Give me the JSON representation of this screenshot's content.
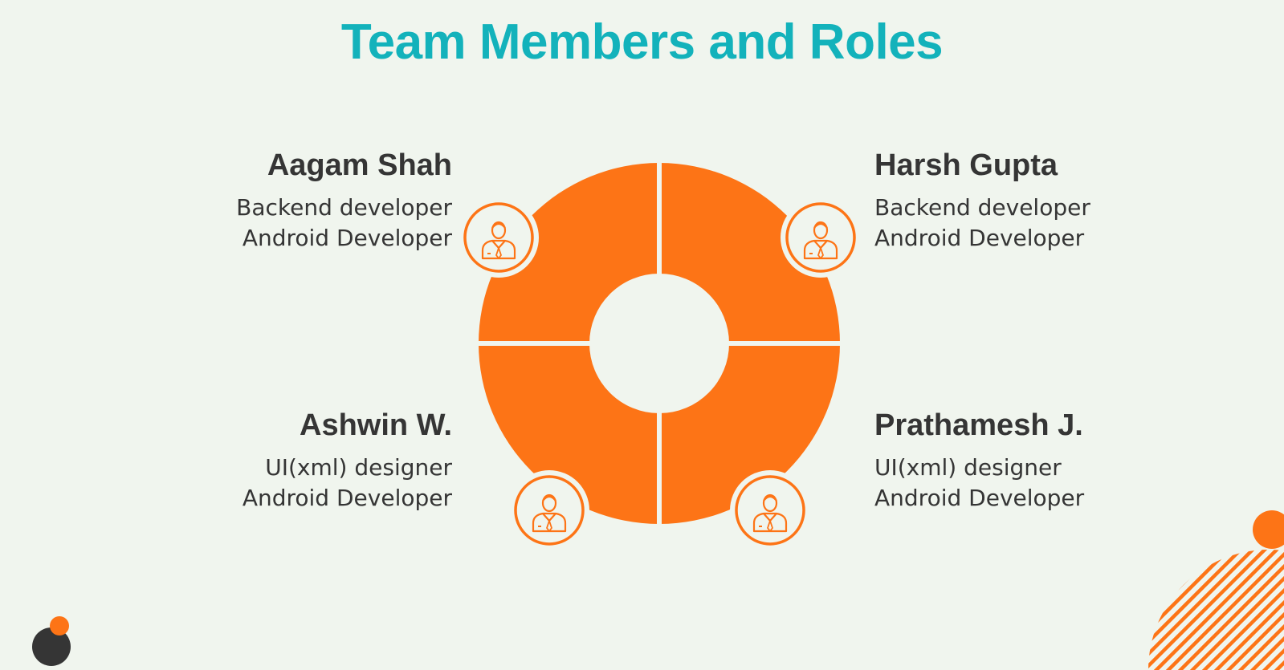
{
  "title": "Team Members and Roles",
  "colors": {
    "background": "#f0f5ee",
    "accent_orange": "#fd7416",
    "title_teal": "#13b2bb",
    "text_dark": "#353535",
    "dot_dark": "#353535"
  },
  "icon": "person-tie-icon",
  "members": [
    {
      "name": "Aagam Shah",
      "roles": [
        "Backend developer",
        "Android Developer"
      ],
      "position": "top-left"
    },
    {
      "name": "Harsh Gupta",
      "roles": [
        "Backend developer",
        "Android Developer"
      ],
      "position": "top-right"
    },
    {
      "name": "Ashwin W.",
      "roles": [
        "UI(xml) designer",
        "Android Developer"
      ],
      "position": "bottom-left"
    },
    {
      "name": "Prathamesh J.",
      "roles": [
        "UI(xml) designer",
        "Android Developer"
      ],
      "position": "bottom-right"
    }
  ]
}
